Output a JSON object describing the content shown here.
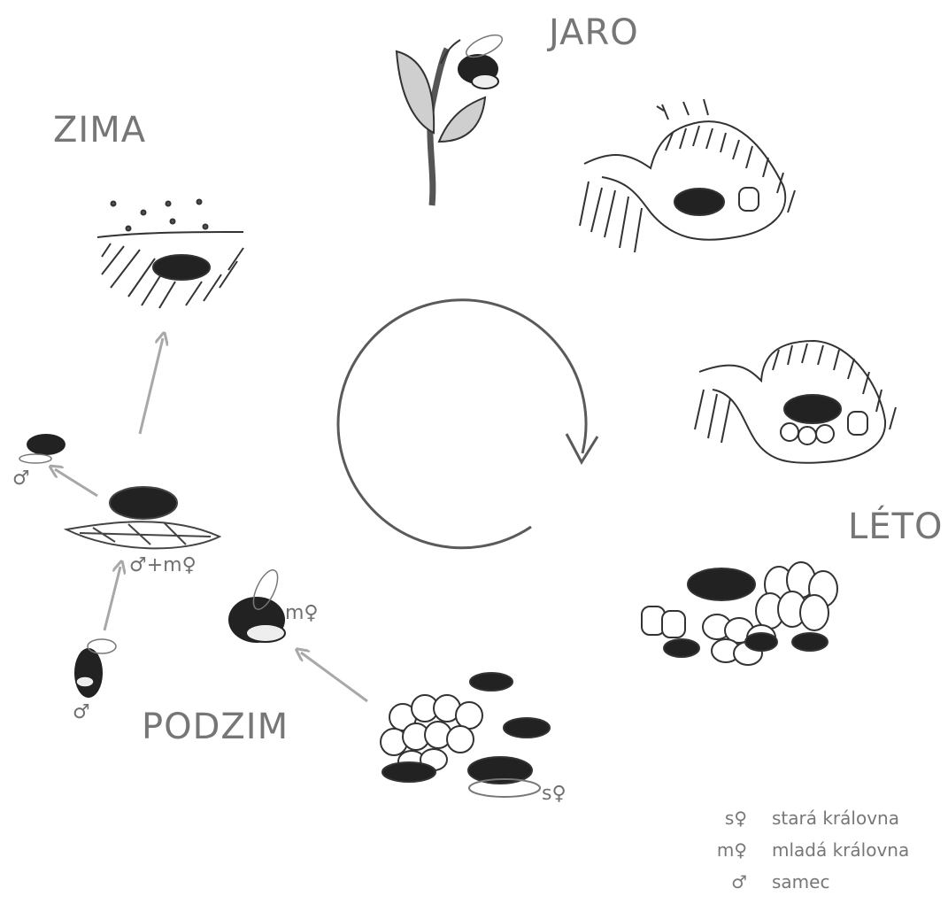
{
  "seasons": {
    "spring": "JARO",
    "winter": "ZIMA",
    "summer": "LÉTO",
    "autumn": "PODZIM"
  },
  "symbols": {
    "old_queen": "s♀",
    "young_queen": "m♀",
    "male": "♂",
    "male_plus_young_queen": "♂+m♀"
  },
  "legend": [
    {
      "symbol": "s♀",
      "text": "stará královna"
    },
    {
      "symbol": "m♀",
      "text": "mladá královna"
    },
    {
      "symbol": "♂",
      "text": "samec"
    }
  ],
  "colors": {
    "cycle_arrow": "#5a5a5a",
    "progress_arrows": "#a8a8a8",
    "text": "#777777"
  }
}
